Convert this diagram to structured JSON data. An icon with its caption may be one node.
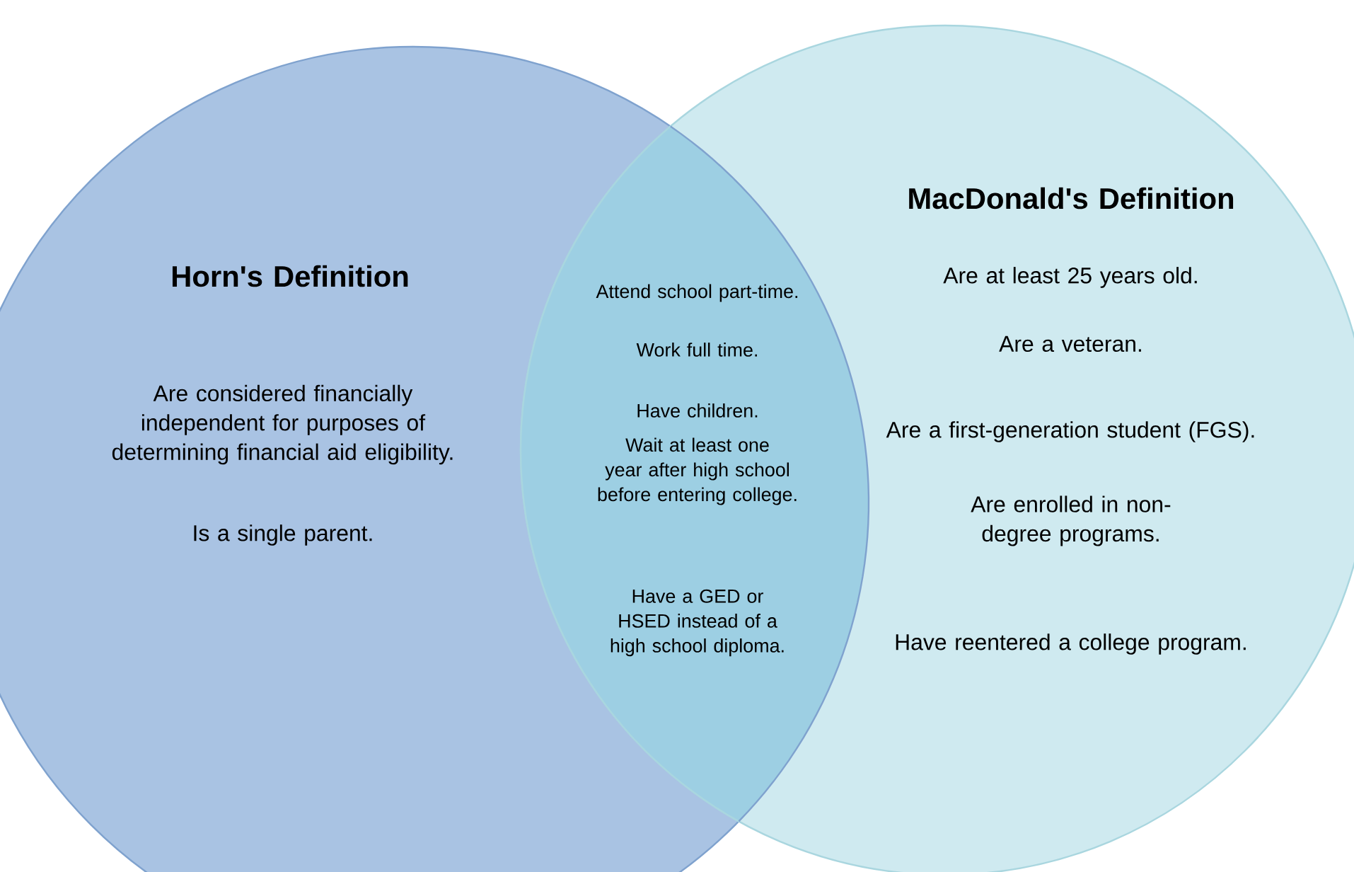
{
  "diagram": {
    "nodes": [
      {
        "text": [
          "Horn's Definition",
          "Are considered financially independent for purposes of determining financial aid eligibility.",
          "Is a single parent."
        ]
      },
      {
        "text": [
          "MacDonald's Definition",
          "Are at least 25 years old.",
          "Are a veteran.",
          "Are a first-generation student (FGS).",
          "Are enrolled in non-degree programs.",
          "Have reentered a college program."
        ]
      },
      {
        "text": [
          "Attend school part-time.",
          "Work full time.",
          "Have children.",
          "Wait at least one year after high school before entering college.",
          "Have a GED or HSED instead of a high school diploma."
        ]
      }
    ]
  }
}
